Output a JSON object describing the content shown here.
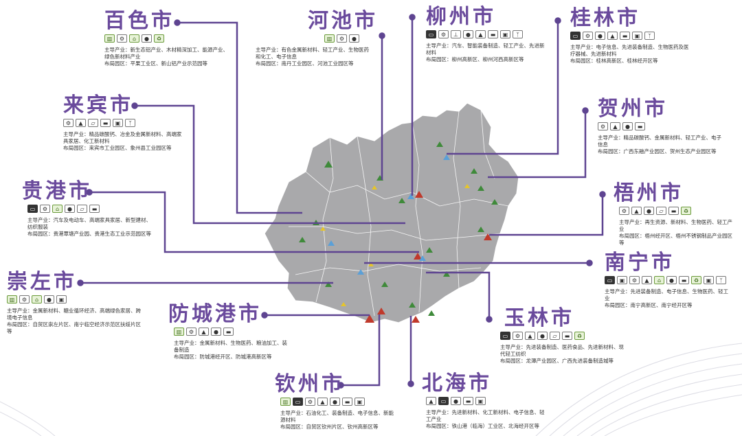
{
  "colors": {
    "accent": "#6a4a9c",
    "line": "#5e4491",
    "region_fill": "#a9a9ab",
    "marker_green": "#3f8a3a",
    "marker_red": "#c0392b",
    "marker_blue": "#5aa0d8",
    "marker_yellow": "#e6c52a"
  },
  "labels": {
    "main_industry_prefix": "主导产业：",
    "park_prefix": "布局园区："
  },
  "cities": {
    "baise": {
      "name": "百色市",
      "icons": [
        "factory-icon",
        "robot-arm-icon",
        "greenhouse-icon",
        "bulb-icon",
        "recycle-icon"
      ],
      "industry": "新生态铝产业、木材精深加工、能源产业、绿色新材料产业",
      "parks": "平果工业区、新山铝产业示范园等"
    },
    "hechi": {
      "name": "河池市",
      "icons": [
        "factory-icon",
        "robot-arm-icon",
        "bulb-icon"
      ],
      "industry": "有色金属新材料、轻工产业、生物医药和化工、电子信息",
      "parks": "南丹工业园区、河池工业园区等"
    },
    "liuzhou": {
      "name": "柳州市",
      "icons": [
        "car-icon",
        "robot-arm-icon",
        "drill-icon",
        "bulb-icon",
        "flask-icon",
        "truck-icon",
        "monitor-icon",
        "tower-icon"
      ],
      "industry": "汽车、智能装备制造、轻工产业、先进新材料",
      "parks": "柳州高新区、柳州河西高新区等"
    },
    "guilin": {
      "name": "桂林市",
      "icons": [
        "car-icon",
        "robot-arm-icon",
        "bulb-icon",
        "flask-icon",
        "truck-icon",
        "monitor-icon",
        "tower-icon"
      ],
      "industry": "电子信息、先进装备制造、生物医药及医疗器械、先进新材料",
      "parks": "桂林高新区、桂林经开区等"
    },
    "laibin": {
      "name": "来宾市",
      "icons": [
        "robot-arm-icon",
        "flask-icon",
        "sofa-icon",
        "truck-icon",
        "monitor-icon",
        "tower-icon"
      ],
      "industry": "精品碳酸钙、冶金及金属新材料、高端家具家居、化工新材料",
      "parks": "来宾市工业园区、象州县工业园区等"
    },
    "hezhou": {
      "name": "贺州市",
      "icons": [
        "robot-arm-icon",
        "flask-icon",
        "bulb-icon",
        "truck-icon"
      ],
      "industry": "精品碳酸钙、金属新材料、轻工产业、电子信息",
      "parks": "广西东融产业园区、贺州生态产业园区等"
    },
    "guigang": {
      "name": "贵港市",
      "icons": [
        "car-icon",
        "robot-arm-icon",
        "greenhouse-icon",
        "bulb-icon",
        "sofa-icon",
        "truck-icon"
      ],
      "industry": "汽车及电动车、高端家具家居、新型建材、纺织服装",
      "parks": "贵港覃塘产业园、贵港生态工业示范园区等"
    },
    "wuzhou": {
      "name": "梧州市",
      "icons": [
        "robot-arm-icon",
        "flask-icon",
        "bulb-icon",
        "sofa-icon",
        "truck-icon",
        "recycle-icon"
      ],
      "industry": "再生资源、新材料、生物医药、轻工产业",
      "parks": "梧州经开区、梧州不锈钢制品产业园区等"
    },
    "chongzuo": {
      "name": "崇左市",
      "icons": [
        "factory-icon",
        "robot-arm-icon",
        "greenhouse-icon",
        "bulb-icon",
        "monitor-icon"
      ],
      "industry": "金属新材料、糖业循环经济、高端绿色家居、跨境电子信息",
      "parks": "自贸区崇左片区、南宁临空经济示范区扶绥片区等"
    },
    "nanning": {
      "name": "南宁市",
      "icons": [
        "car-icon",
        "monitor-icon",
        "robot-arm-icon",
        "flask-icon",
        "greenhouse-icon",
        "bulb-icon",
        "truck-icon",
        "recycle-icon",
        "monitor-icon",
        "tower-icon"
      ],
      "industry": "先进装备制造、电子信息、生物医药、轻工业",
      "parks": "南宁高新区、南宁经开区等"
    },
    "fangchenggang": {
      "name": "防城港市",
      "icons": [
        "factory-icon",
        "robot-arm-icon",
        "flask-icon",
        "bulb-icon",
        "truck-icon"
      ],
      "industry": "金属新材料、生物医药、粮油加工、装备制造",
      "parks": "防城港经开区、防城港高新区等"
    },
    "yulin": {
      "name": "玉林市",
      "icons": [
        "car-icon",
        "robot-arm-icon",
        "flask-icon",
        "bulb-icon",
        "sofa-icon",
        "truck-icon",
        "recycle-icon"
      ],
      "industry": "先进装备制造、医药食品、先进新材料、现代轻工纺织",
      "parks": "龙潭产业园区、广西先进装备制造城等"
    },
    "qinzhou": {
      "name": "钦州市",
      "icons": [
        "factory-icon",
        "car-icon",
        "robot-arm-icon",
        "flask-icon",
        "bulb-icon",
        "truck-icon",
        "monitor-icon"
      ],
      "industry": "石油化工、装备制造、电子信息、新能源材料",
      "parks": "自贸区钦州片区、钦州高新区等"
    },
    "beihai": {
      "name": "北海市",
      "icons": [
        "flask-icon",
        "car-icon",
        "bulb-icon",
        "truck-icon",
        "monitor-icon"
      ],
      "industry": "先进新材料、化工新材料、电子信息、轻工产业",
      "parks": "铁山港（临海）工业区、北海经开区等"
    }
  }
}
